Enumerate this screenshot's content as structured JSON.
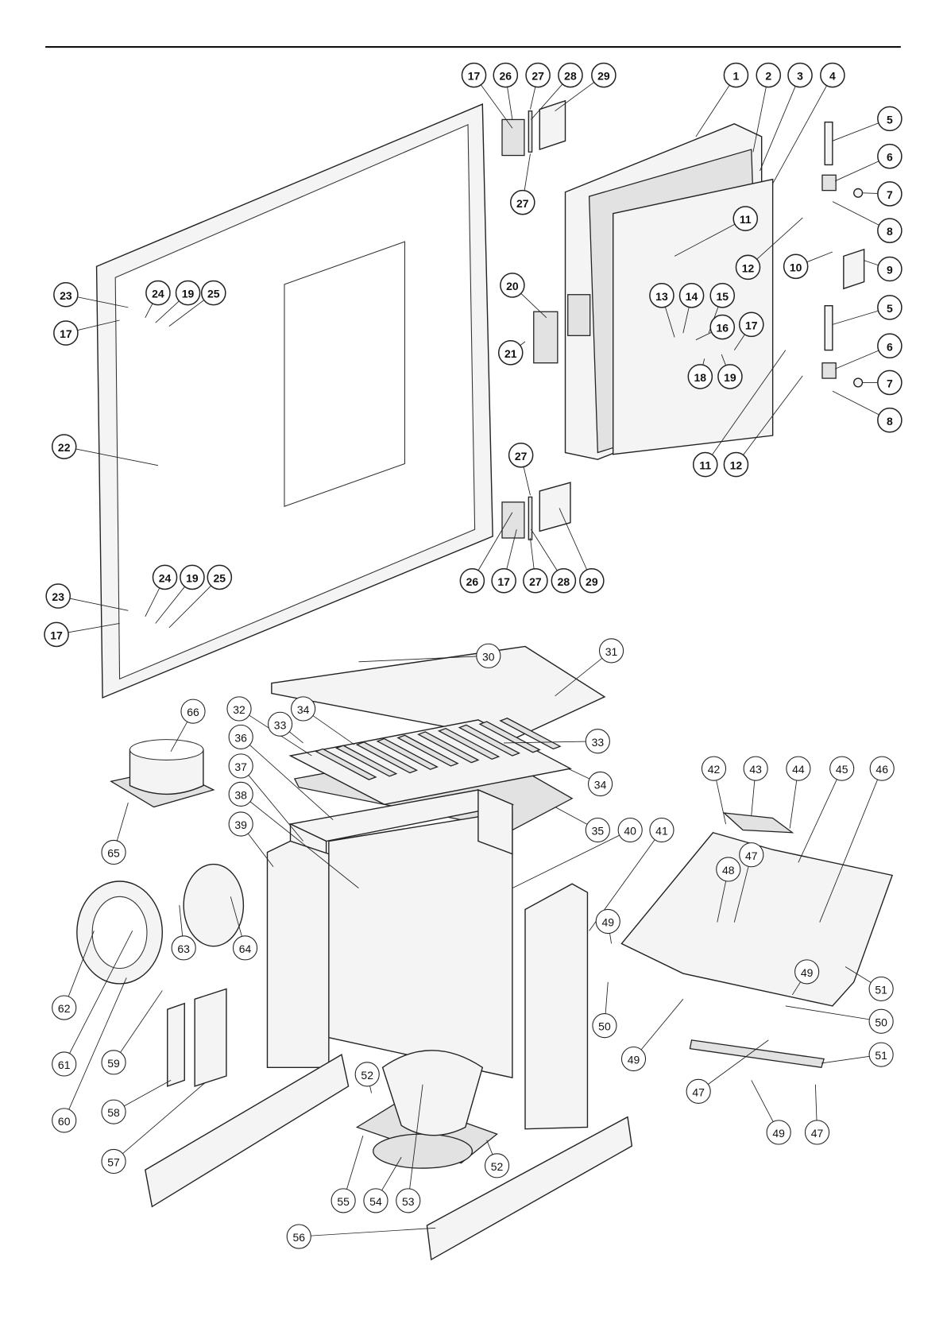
{
  "diagram": {
    "type": "exploded-parts-view",
    "callouts": [
      "17",
      "26",
      "27",
      "28",
      "29",
      "1",
      "2",
      "3",
      "4",
      "5",
      "6",
      "7",
      "8",
      "27",
      "11",
      "12",
      "10",
      "9",
      "20",
      "13",
      "14",
      "15",
      "16",
      "17",
      "18",
      "19",
      "21",
      "5",
      "6",
      "7",
      "8",
      "11",
      "12",
      "23",
      "24",
      "19",
      "25",
      "17",
      "22",
      "27",
      "26",
      "17",
      "27",
      "28",
      "29",
      "23",
      "24",
      "19",
      "25",
      "17",
      "30",
      "31",
      "32",
      "34",
      "33",
      "66",
      "36",
      "33",
      "37",
      "34",
      "38",
      "39",
      "35",
      "40",
      "41",
      "65",
      "42",
      "43",
      "44",
      "45",
      "46",
      "47",
      "48",
      "63",
      "64",
      "49",
      "62",
      "49",
      "61",
      "59",
      "50",
      "50",
      "60",
      "58",
      "49",
      "51",
      "51",
      "47",
      "52",
      "57",
      "52",
      "49",
      "47",
      "55",
      "54",
      "53",
      "56"
    ]
  }
}
